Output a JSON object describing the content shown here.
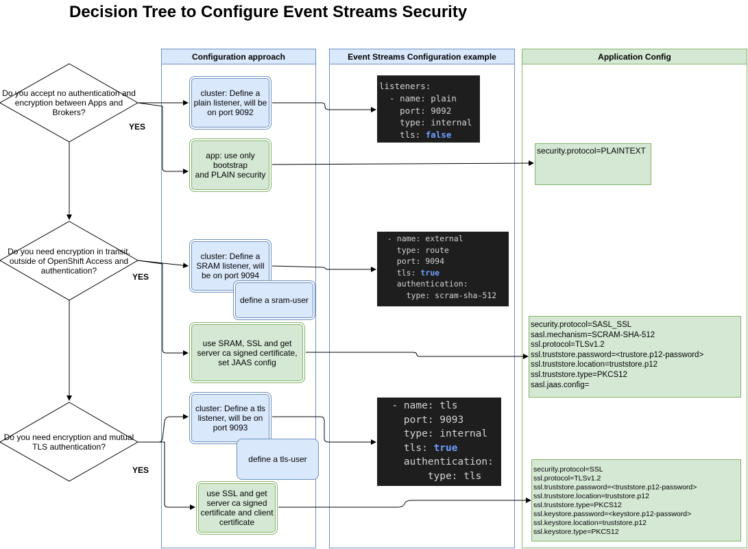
{
  "title": "Decision Tree to Configure Event Streams Security",
  "lanes": {
    "approach": "Configuration approach",
    "example": "Event Streams Configuration example",
    "app_config": "Application Config"
  },
  "questions": [
    {
      "text": "Do you accept no authentication and\nencryption between Apps and\nBrokers?",
      "yes": "YES"
    },
    {
      "text": "Do you need encryption in transit,\noutside of OpenShift Access and\nauthentication?",
      "yes": "YES"
    },
    {
      "text": "Do you need encryption and mutual\nTLS authentication?",
      "yes": "YES"
    }
  ],
  "approach_boxes": {
    "plain_listener": "cluster: Define a\nplain listener, will be\non port 9092",
    "plain_app": "app: use only\nbootstrap\nand PLAIN security",
    "sram_listener": "cluster: Define a\nSRAM listener, will\nbe on port 9094",
    "sram_user": "define a sram-user",
    "sram_app": "use SRAM, SSL and get\nserver ca signed certificate,\nset JAAS config",
    "tls_listener": "cluster: Define a tls\nlistener, will be on\nport 9093",
    "tls_user": "define a tls-user",
    "tls_app": "use SSL and get\nserver ca signed\ncertificate and client\ncertificate"
  },
  "code_plain": {
    "l1": "listeners:",
    "l2": "  - name: plain",
    "l3": "    port: 9092",
    "l4": "    type: internal",
    "l5_prefix": "    tls: ",
    "l5_value": "false"
  },
  "code_sram": {
    "l1": " - name: external",
    "l2": "   type: route",
    "l3": "   port: 9094",
    "l4_prefix": "   tls: ",
    "l4_value": "true",
    "l5": "   authentication:",
    "l6": "     type: scram-sha-512"
  },
  "code_tls": {
    "l1": "  - name: tls",
    "l2": "    port: 9093",
    "l3": "    type: internal",
    "l4_prefix": "    tls: ",
    "l4_value": "true",
    "l5": "    authentication:",
    "l6": "        type: tls"
  },
  "app_configs": {
    "plain": "security.protocol=PLAINTEXT",
    "sram": "security.protocol=SASL_SSL\nsasl.mechanism=SCRAM-SHA-512\nssl.protocol=TLSv1.2\nssl.truststore.password=<trustore.p12-password>\nssl.truststore.location=truststore.p12\nssl.truststore.type=PKCS12\nsasl.jaas.config=",
    "tls": "security.protocol=SSL\nssl.protocol=TLSv1.2\nssl.truststore.password=<truststore.p12-password>\nssl.truststore.location=truststore.p12\nssl.truststore.type=PKCS12\nssl.keystore.password=<keystore.p12-password>\nssl.keystore.location=truststore.p12\nssl.keystore.type=PKCS12"
  },
  "colors": {
    "blue_fill": "#dae8fc",
    "blue_stroke": "#6c8ebf",
    "green_fill": "#d5e8d4",
    "green_stroke": "#82b366",
    "code_bg": "#1e1e1e",
    "code_keyword": "#6f9fff"
  }
}
